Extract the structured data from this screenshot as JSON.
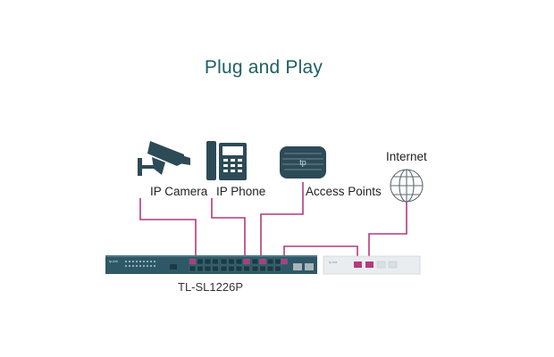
{
  "title": "Plug and Play",
  "devices": {
    "ip_camera": "IP Camera",
    "ip_phone": "IP Phone",
    "access_points": "Access Points",
    "internet": "Internet"
  },
  "switch_model": "TL-SL1226P",
  "colors": {
    "title": "#1f6065",
    "device": "#2d4a57",
    "cable": "#b43a7c",
    "switch_body": "#2e5866",
    "router_body": "#e9edf0"
  },
  "icons": [
    "cctv-camera-icon",
    "desk-phone-icon",
    "access-point-icon",
    "globe-icon"
  ]
}
